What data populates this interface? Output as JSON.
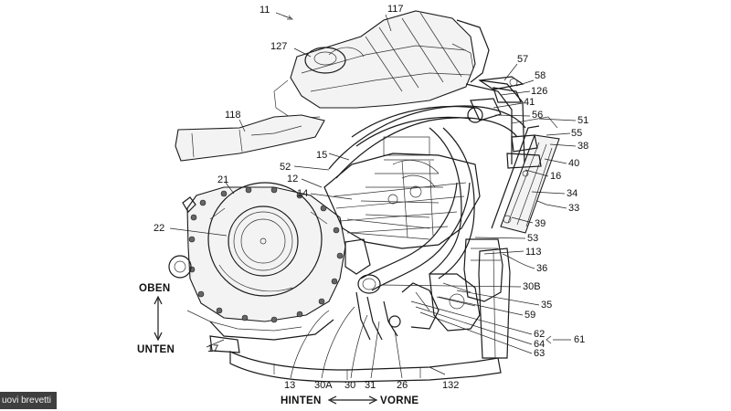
{
  "figure_label": "11",
  "direction": {
    "up": "OBEN",
    "down": "UNTEN",
    "back": "HINTEN",
    "front": "VORNE"
  },
  "ref_numerals": {
    "n117": "117",
    "n127": "127",
    "n118": "118",
    "n57": "57",
    "n58": "58",
    "n126": "126",
    "n41": "41",
    "n56": "56",
    "n51": "51",
    "n55": "55",
    "n38": "38",
    "n40": "40",
    "n16": "16",
    "n34": "34",
    "n33": "33",
    "n15": "15",
    "n52": "52",
    "n12": "12",
    "n14": "14",
    "n21": "21",
    "n22": "22",
    "n39": "39",
    "n53": "53",
    "n113": "113",
    "n36": "36",
    "n30B": "30B",
    "n35": "35",
    "n59": "59",
    "n62": "62",
    "n64": "64",
    "n63": "63",
    "n61": "61",
    "n17": "17",
    "n13": "13",
    "n30A": "30A",
    "n30": "30",
    "n31": "31",
    "n26": "26",
    "n132": "132"
  },
  "watermark": "uovi brevetti"
}
